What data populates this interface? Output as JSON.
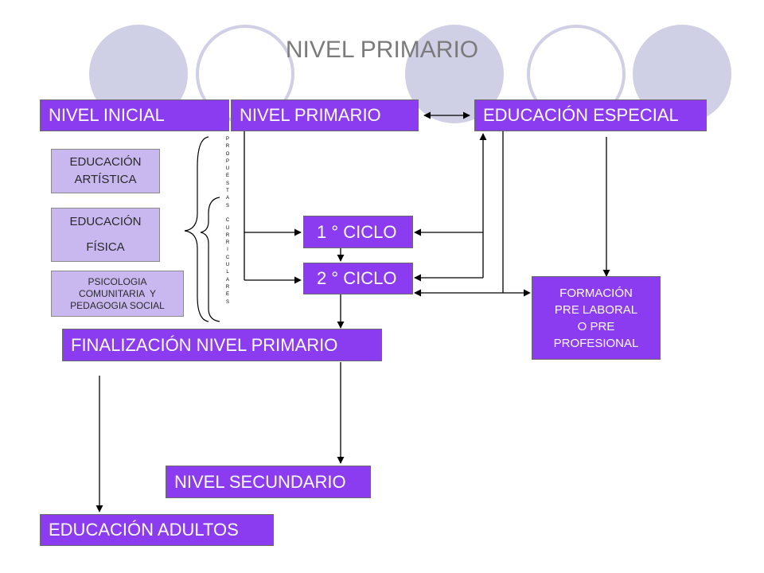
{
  "title": "NIVEL PRIMARIO",
  "colors": {
    "box_fill": "#8c3cf0",
    "light_box_fill": "#c9b8f0",
    "circle_fill": "#cfcfe6",
    "title_color": "#7b7b7b"
  },
  "boxes": {
    "nivel_inicial": "NIVEL INICIAL",
    "nivel_primario": "NIVEL PRIMARIO",
    "educacion_especial": "EDUCACIÓN ESPECIAL",
    "primer_ciclo": "1 ° CICLO",
    "segundo_ciclo": "2 ° CICLO",
    "finalizacion": "FINALIZACIÓN NIVEL PRIMARIO",
    "nivel_secundario": "NIVEL SECUNDARIO",
    "educacion_adultos": "EDUCACIÓN ADULTOS"
  },
  "side_boxes": {
    "artistica": [
      "EDUCACIÓN",
      "ARTÍSTICA"
    ],
    "fisica": [
      "EDUCACIÓN",
      "FÍSICA"
    ],
    "psicologia": [
      "PSICOLOGIA",
      "COMUNITARIA  Y",
      "PEDAGOGIA SOCIAL"
    ]
  },
  "formacion": [
    "FORMACIÓN",
    "PRE LABORAL",
    "O PRE",
    "PROFESIONAL"
  ],
  "vertical_label": "PROPUESTAS CURRICULARES"
}
